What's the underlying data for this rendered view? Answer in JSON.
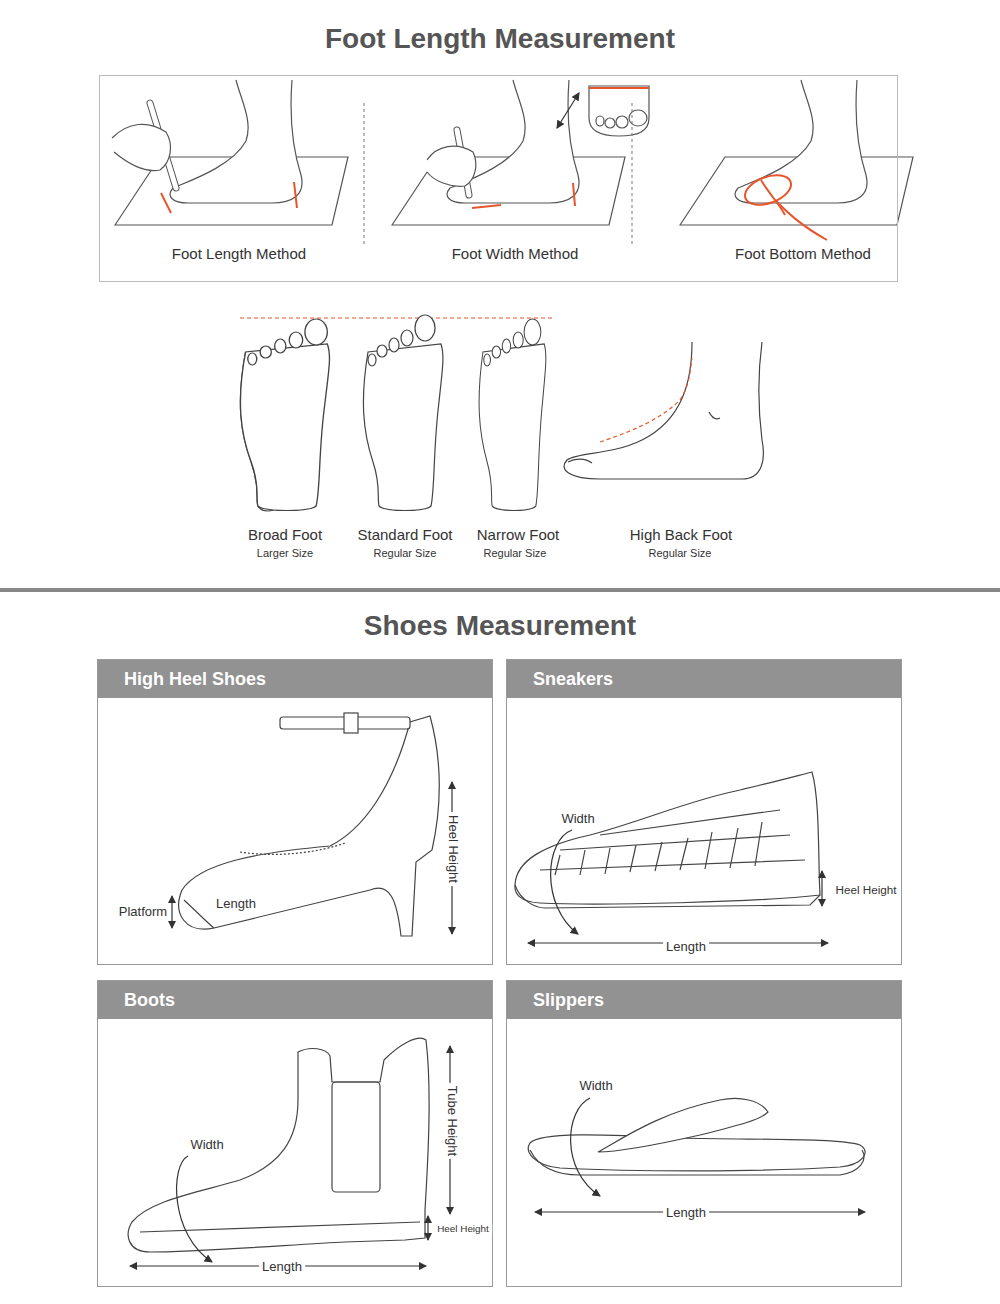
{
  "diagram": {
    "title": "Foot Length Measurement",
    "nodes": [
      {
        "text": [
          "Foot Length Method",
          "Foot Width Method",
          "Foot Bottom Method"
        ]
      },
      {
        "text": [
          "High Heel Shoes",
          "Heel Height",
          "Platform",
          "Length"
        ]
      },
      {
        "text": [
          "Sneakers",
          "Width",
          "Heel Height",
          "Length"
        ]
      },
      {
        "text": [
          "Boots",
          "Tube Height",
          "Width",
          "Heel Height",
          "Length"
        ]
      },
      {
        "text": [
          "Slippers",
          "Width",
          "Length"
        ]
      }
    ],
    "labels": [
      "Broad Foot",
      "Larger Size",
      "Standard Foot",
      "Regular Size",
      "Narrow Foot",
      "Regular Size",
      "High Back Foot",
      "Regular Size",
      "Shoes Measurement"
    ]
  }
}
